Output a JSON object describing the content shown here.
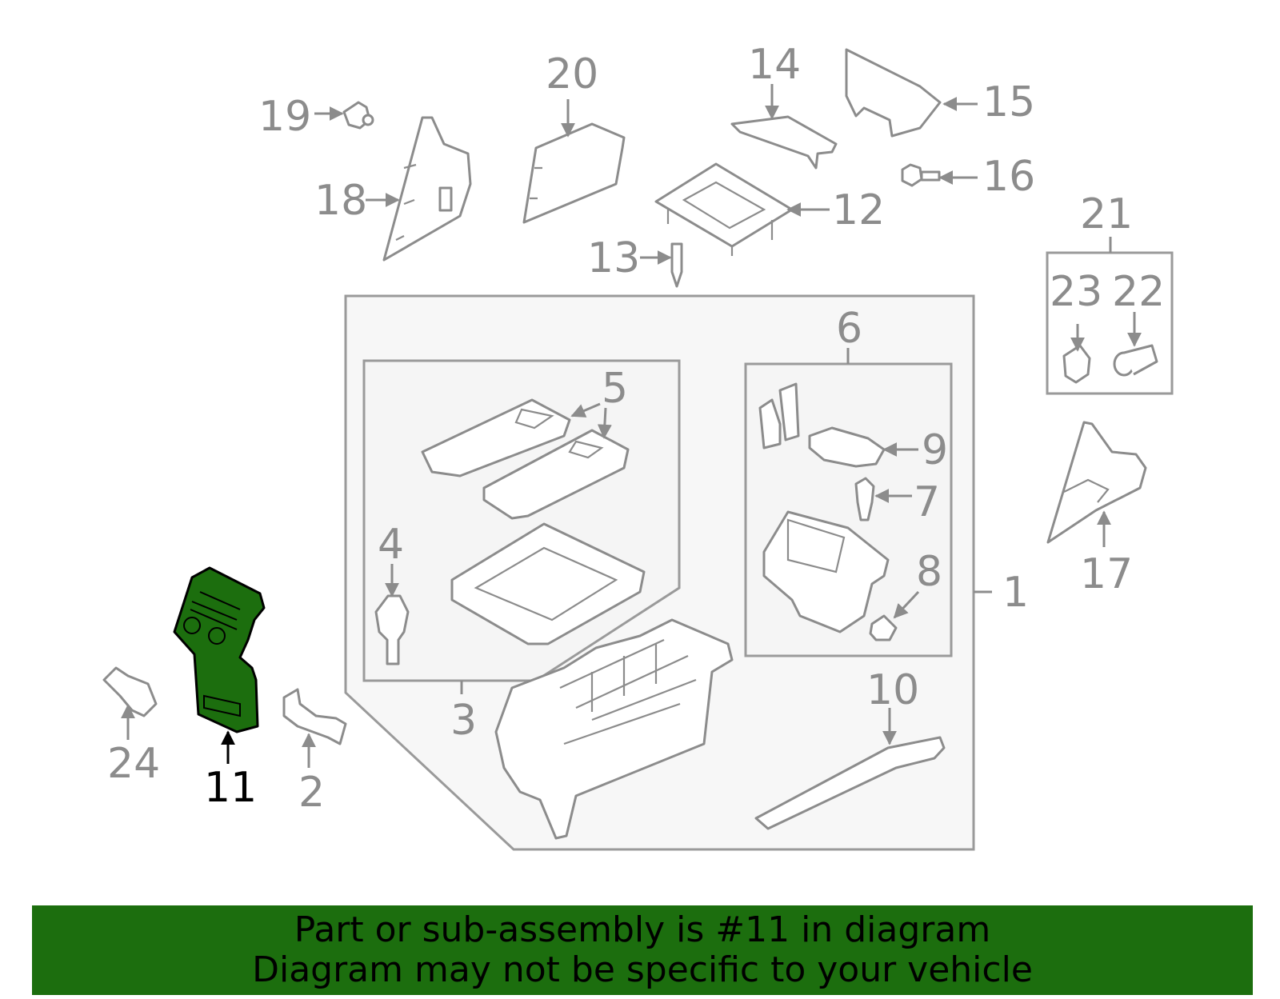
{
  "diagram": {
    "highlight_color": "#1c6e0e",
    "line_color": "#8c8c8c",
    "highlighted_part": "11",
    "callouts": {
      "c1": "1",
      "c2": "2",
      "c3": "3",
      "c4": "4",
      "c5": "5",
      "c6": "6",
      "c7": "7",
      "c8": "8",
      "c9": "9",
      "c10": "10",
      "c11": "11",
      "c12": "12",
      "c13": "13",
      "c14": "14",
      "c15": "15",
      "c16": "16",
      "c17": "17",
      "c18": "18",
      "c19": "19",
      "c20": "20",
      "c21": "21",
      "c22": "22",
      "c23": "23",
      "c24": "24"
    }
  },
  "banner": {
    "line1": "Part or sub-assembly is #11 in diagram",
    "line2": "Diagram may not be specific to your vehicle",
    "background": "#1c6e0e"
  }
}
